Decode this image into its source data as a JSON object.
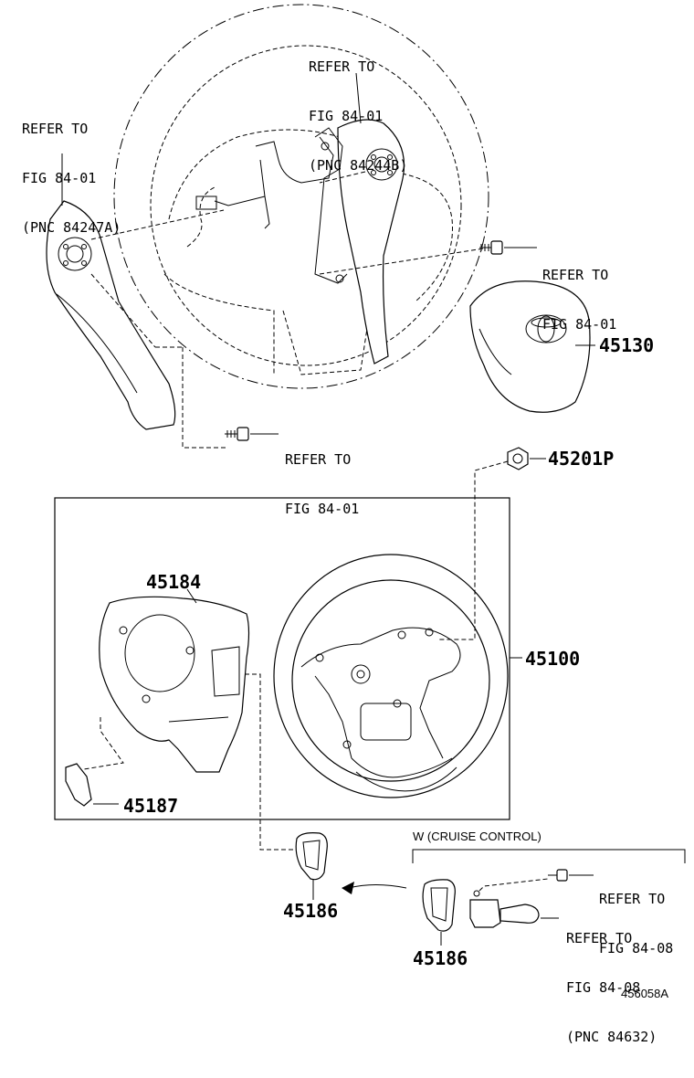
{
  "refs": {
    "ref_left": [
      "REFER TO",
      "FIG 84-01",
      "(PNC 84247A)"
    ],
    "ref_top": [
      "REFER TO",
      "FIG 84-01",
      "(PNC 84244B)"
    ],
    "ref_bolt_right": [
      "REFER TO",
      "FIG 84-01"
    ],
    "ref_bolt_bottom": [
      "REFER TO",
      "FIG 84-01"
    ],
    "ref_cruise_bolt": [
      "REFER TO",
      "FIG 84-08"
    ],
    "ref_cruise_switch": [
      "REFER TO",
      "FIG 84-08",
      "(PNC 84632)"
    ]
  },
  "parts": {
    "p45130": "45130",
    "p45201p": "45201P",
    "p45184": "45184",
    "p45100": "45100",
    "p45187": "45187",
    "p45186_a": "45186",
    "p45186_b": "45186"
  },
  "cruise_label": "W (CRUISE CONTROL)",
  "diagram_id": "456058A"
}
